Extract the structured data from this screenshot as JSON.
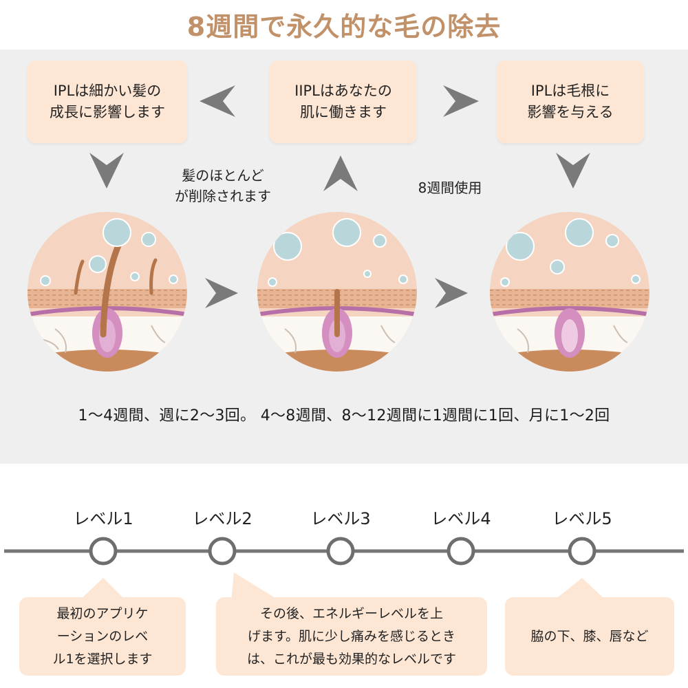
{
  "title": "8週間で永久的な毛の除去",
  "steps": {
    "box1": "IPLは細かい髪の\n成長に影響します",
    "box2": "IIPLはあなたの\n肌に働きます",
    "box3": "IPLは毛根に\n影響を与える",
    "label_hair": "髪のほとんど\nが削除されます",
    "label_weeks": "8週間使用"
  },
  "frequency": "1〜4週間、週に2〜3回。 4〜8週間、8〜12週間に1週間に1回、月に1〜2回",
  "levels": [
    "レベル1",
    "レベル2",
    "レベル3",
    "レベル4",
    "レベル5"
  ],
  "notes": {
    "note1": "最初のアプリケ\nーションのレベ\nル1を選択します",
    "note2": "その後、エネルギーレベルを上\nげます。肌に少し痛みを感じるとき\nは、これが最も効果的なレベルです",
    "note3": "脇の下、膝、唇など"
  },
  "colors": {
    "title": "#c1916a",
    "box_fill": "#fde6d4",
    "panel": "#efefef",
    "arrow": "#7a7a7a",
    "skin_top": "#f5d5c2",
    "hair": "#b5754a",
    "follicle": "#d48fc0"
  },
  "icons": [
    "chevron-left-icon",
    "chevron-right-icon",
    "chevron-down-icon",
    "chevron-up-icon"
  ]
}
